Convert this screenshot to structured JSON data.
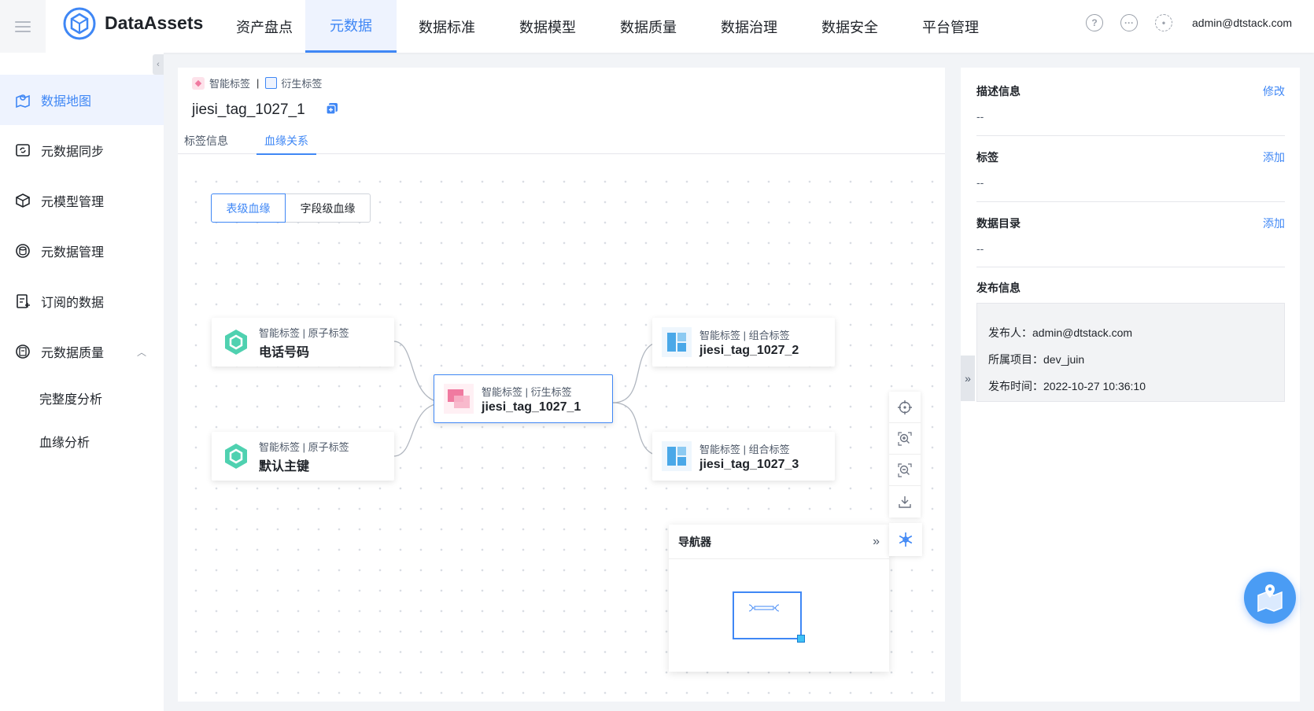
{
  "header": {
    "app_name": "DataAssets",
    "nav": [
      "资产盘点",
      "元数据",
      "数据标准",
      "数据模型",
      "数据质量",
      "数据治理",
      "数据安全",
      "平台管理"
    ],
    "active_nav": "元数据",
    "user": "admin@dtstack.com",
    "icons": [
      "help-icon",
      "message-icon",
      "settings-icon"
    ]
  },
  "sidebar": {
    "items": [
      {
        "label": "数据地图",
        "icon": "map-icon",
        "active": true
      },
      {
        "label": "元数据同步",
        "icon": "sync-icon"
      },
      {
        "label": "元模型管理",
        "icon": "cube-icon"
      },
      {
        "label": "元数据管理",
        "icon": "database-icon"
      },
      {
        "label": "订阅的数据",
        "icon": "subscribe-icon"
      },
      {
        "label": "元数据质量",
        "icon": "quality-icon",
        "expanded": true
      }
    ],
    "sub_items": [
      "完整度分析",
      "血缘分析"
    ]
  },
  "main": {
    "breadcrumb": [
      "智能标签",
      "衍生标签"
    ],
    "title": "jiesi_tag_1027_1",
    "tabs": [
      "标签信息",
      "血缘关系"
    ],
    "active_tab": "血缘关系",
    "lineage_toggle": [
      "表级血缘",
      "字段级血缘"
    ],
    "nodes": [
      {
        "sub": "智能标签 | 原子标签",
        "name": "电话号码",
        "kind": "atomic"
      },
      {
        "sub": "智能标签 | 原子标签",
        "name": "默认主键",
        "kind": "atomic"
      },
      {
        "sub": "智能标签 | 衍生标签",
        "name": "jiesi_tag_1027_1",
        "kind": "derived"
      },
      {
        "sub": "智能标签 | 组合标签",
        "name": "jiesi_tag_1027_2",
        "kind": "combo"
      },
      {
        "sub": "智能标签 | 组合标签",
        "name": "jiesi_tag_1027_3",
        "kind": "combo"
      }
    ],
    "navigator_title": "导航器",
    "tools": [
      "locate-icon",
      "zoom-in-icon",
      "zoom-out-icon",
      "download-icon"
    ]
  },
  "side_panel": {
    "desc_label": "描述信息",
    "desc_action": "修改",
    "desc_value": "--",
    "tag_label": "标签",
    "tag_action": "添加",
    "tag_value": "--",
    "catalog_label": "数据目录",
    "catalog_action": "添加",
    "catalog_value": "--",
    "publish_label": "发布信息",
    "publisher": "发布人：admin@dtstack.com",
    "project": "所属项目：dev_juin",
    "publish_time": "发布时间：2022-10-27 10:36:10"
  },
  "colors": {
    "accent": "#3f87f5",
    "atomic": "#4fd1b0",
    "derived": "#f07aa0",
    "combo": "#4aa8e8"
  }
}
